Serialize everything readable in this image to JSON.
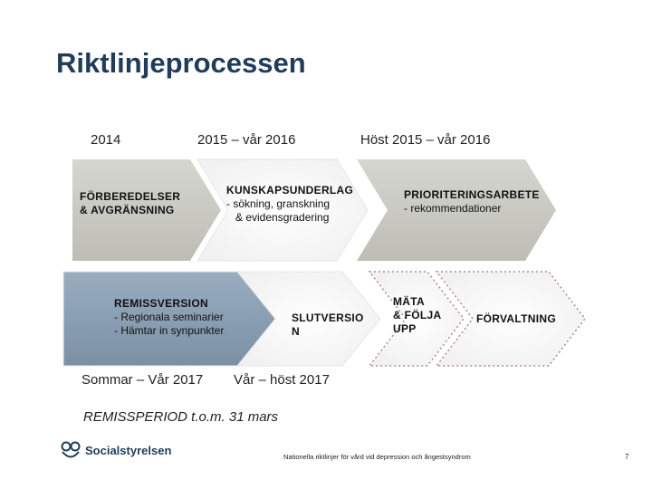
{
  "title": "Riktlinjeprocessen",
  "labels": {
    "year_2014": "2014",
    "period_2015_2016": "2015 – vår 2016",
    "period_host": "Höst 2015 – vår 2016",
    "period_sommar": "Sommar – Vår 2017",
    "period_var_host": "Vår – höst 2017"
  },
  "steps": [
    {
      "title": "FÖRBEREDELSER",
      "line2": "& AVGRÄNSNING"
    },
    {
      "title": "KUNSKAPSUNDERLAG",
      "line2": "- sökning, granskning",
      "line3": "& evidensgradering"
    },
    {
      "title": "PRIORITERINGSARBETE",
      "line2": "- rekommendationer"
    },
    {
      "title": "REMISSVERSION",
      "line2": "- Regionala seminarier",
      "line3": "- Hämtar in synpunkter"
    },
    {
      "title": "SLUTVERSIO",
      "line2": "N"
    },
    {
      "title": "MÄTA",
      "line2": "& FÖLJA",
      "line3": "UPP"
    },
    {
      "title": "FÖRVALTNING"
    }
  ],
  "remissperiod": "REMISSPERIOD t.o.m. 31 mars",
  "logo_text": "Socialstyrelsen",
  "footer": "Nationella riktlinjer för vård vid depression och ångestsyndrom",
  "page_number": "7",
  "colors": {
    "step_gray": "#c9c9c3",
    "step_blue": "#8a9eb2",
    "title": "#1f3d5a",
    "dashed_border": "#b085a8"
  }
}
